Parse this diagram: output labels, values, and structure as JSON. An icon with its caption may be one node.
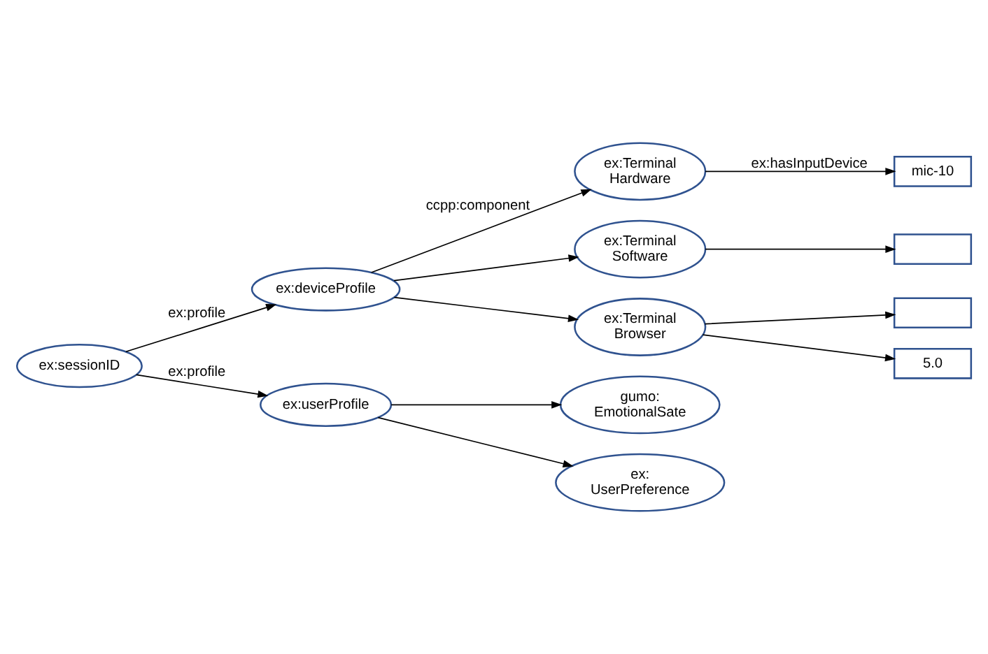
{
  "diagram": {
    "nodes": [
      {
        "text": [
          "ex:sessionID"
        ]
      },
      {
        "text": [
          "ex:deviceProfile"
        ]
      },
      {
        "text": [
          "ex:userProfile"
        ]
      },
      {
        "text": [
          "ex:Terminal Hardware"
        ]
      },
      {
        "text": [
          "ex:Terminal Software"
        ]
      },
      {
        "text": [
          "ex:Terminal Browser"
        ]
      },
      {
        "text": [
          "mic-10"
        ]
      },
      {
        "text": [],
        "shape": "box"
      },
      {
        "text": [],
        "shape": "box"
      },
      {
        "text": [
          "5.0"
        ]
      },
      {
        "text": [
          "gumo: EmotionalSate"
        ]
      },
      {
        "text": [
          "ex: UserPreference"
        ]
      }
    ],
    "edges": [
      {
        "from": 0,
        "to": 1,
        "arrow": "to",
        "label": "ex:profile"
      },
      {
        "from": 0,
        "to": 2,
        "arrow": "to",
        "label": "ex:profile"
      },
      {
        "from": 1,
        "to": 3,
        "arrow": "to",
        "label": "ccpp:component"
      },
      {
        "from": 1,
        "to": 4,
        "arrow": "to"
      },
      {
        "from": 1,
        "to": 5,
        "arrow": "to"
      },
      {
        "from": 3,
        "to": 6,
        "arrow": "to",
        "label": "ex:hasInputDevice"
      },
      {
        "from": 4,
        "to": 7,
        "arrow": "to"
      },
      {
        "from": 5,
        "to": 8,
        "arrow": "to"
      },
      {
        "from": 5,
        "to": 9,
        "arrow": "to"
      },
      {
        "from": 2,
        "to": 10,
        "arrow": "to"
      },
      {
        "from": 2,
        "to": 11,
        "arrow": "to"
      }
    ]
  }
}
